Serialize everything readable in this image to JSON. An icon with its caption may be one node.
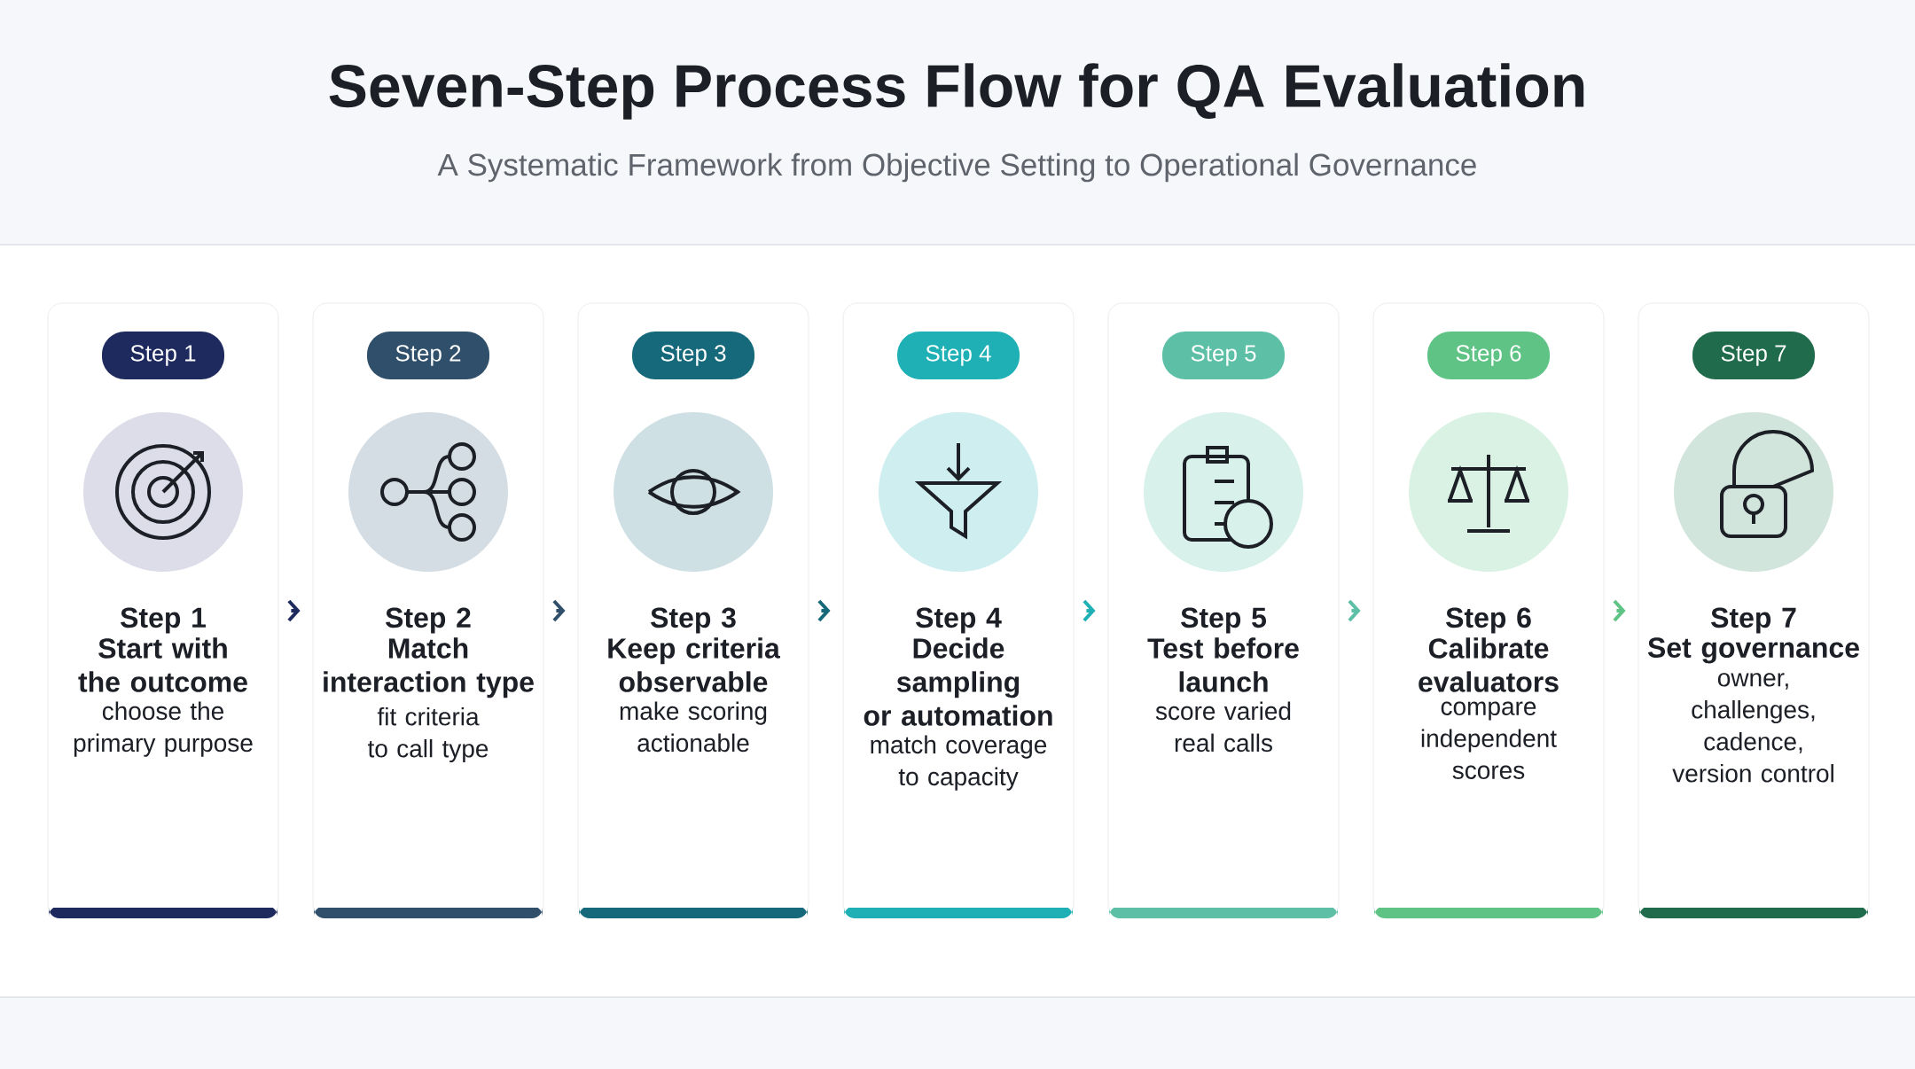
{
  "diagram": {
    "title": "Seven-Step Process Flow for QA Evaluation",
    "nodes": [
      {
        "text": [
          "Step 1",
          "Start with the outcome",
          "choose the primary purpose"
        ]
      },
      {
        "text": [
          "Step 1"
        ],
        "in": 0
      },
      {
        "text": [
          "Step 2",
          "Match interaction type",
          "fit criteria to call type"
        ]
      },
      {
        "text": [
          "Step 2"
        ],
        "in": 2
      },
      {
        "text": [
          "Step 3",
          "Keep criteria observable",
          "make scoring actionable"
        ]
      },
      {
        "text": [
          "Step 3"
        ],
        "in": 4
      },
      {
        "text": [
          "Step 4",
          "Decide sampling or automation",
          "match coverage to capacity"
        ]
      },
      {
        "text": [
          "Step 4"
        ],
        "in": 6
      },
      {
        "text": [
          "Step 5",
          "Test before launch",
          "score varied real calls"
        ]
      },
      {
        "text": [
          "Step 5"
        ],
        "in": 8
      },
      {
        "text": [
          "Step 6",
          "Calibrate evaluators",
          "compare independent scores"
        ]
      },
      {
        "text": [
          "Step 6"
        ],
        "in": 10
      },
      {
        "text": [
          "Step 7",
          "Set governance",
          "owner, challenges, cadence, version control"
        ]
      },
      {
        "text": [
          "Step 7"
        ],
        "in": 12
      }
    ],
    "edges": [
      {
        "from": 0,
        "to": 2,
        "arrow": "to",
        "color": "#1e2a5e"
      },
      {
        "from": 2,
        "to": 4,
        "arrow": "to",
        "color": "#2f4f6a"
      },
      {
        "from": 4,
        "to": 6,
        "arrow": "to",
        "color": "#15697a"
      },
      {
        "from": 6,
        "to": 8,
        "arrow": "to",
        "color": "#1fb0b5"
      },
      {
        "from": 8,
        "to": 10,
        "arrow": "to",
        "color": "#5cbfa6"
      },
      {
        "from": 10,
        "to": 12,
        "arrow": "to",
        "color": "#5fc386"
      }
    ],
    "labels": [
      "A Systematic Framework from Objective Setting to Operational Governance"
    ]
  }
}
